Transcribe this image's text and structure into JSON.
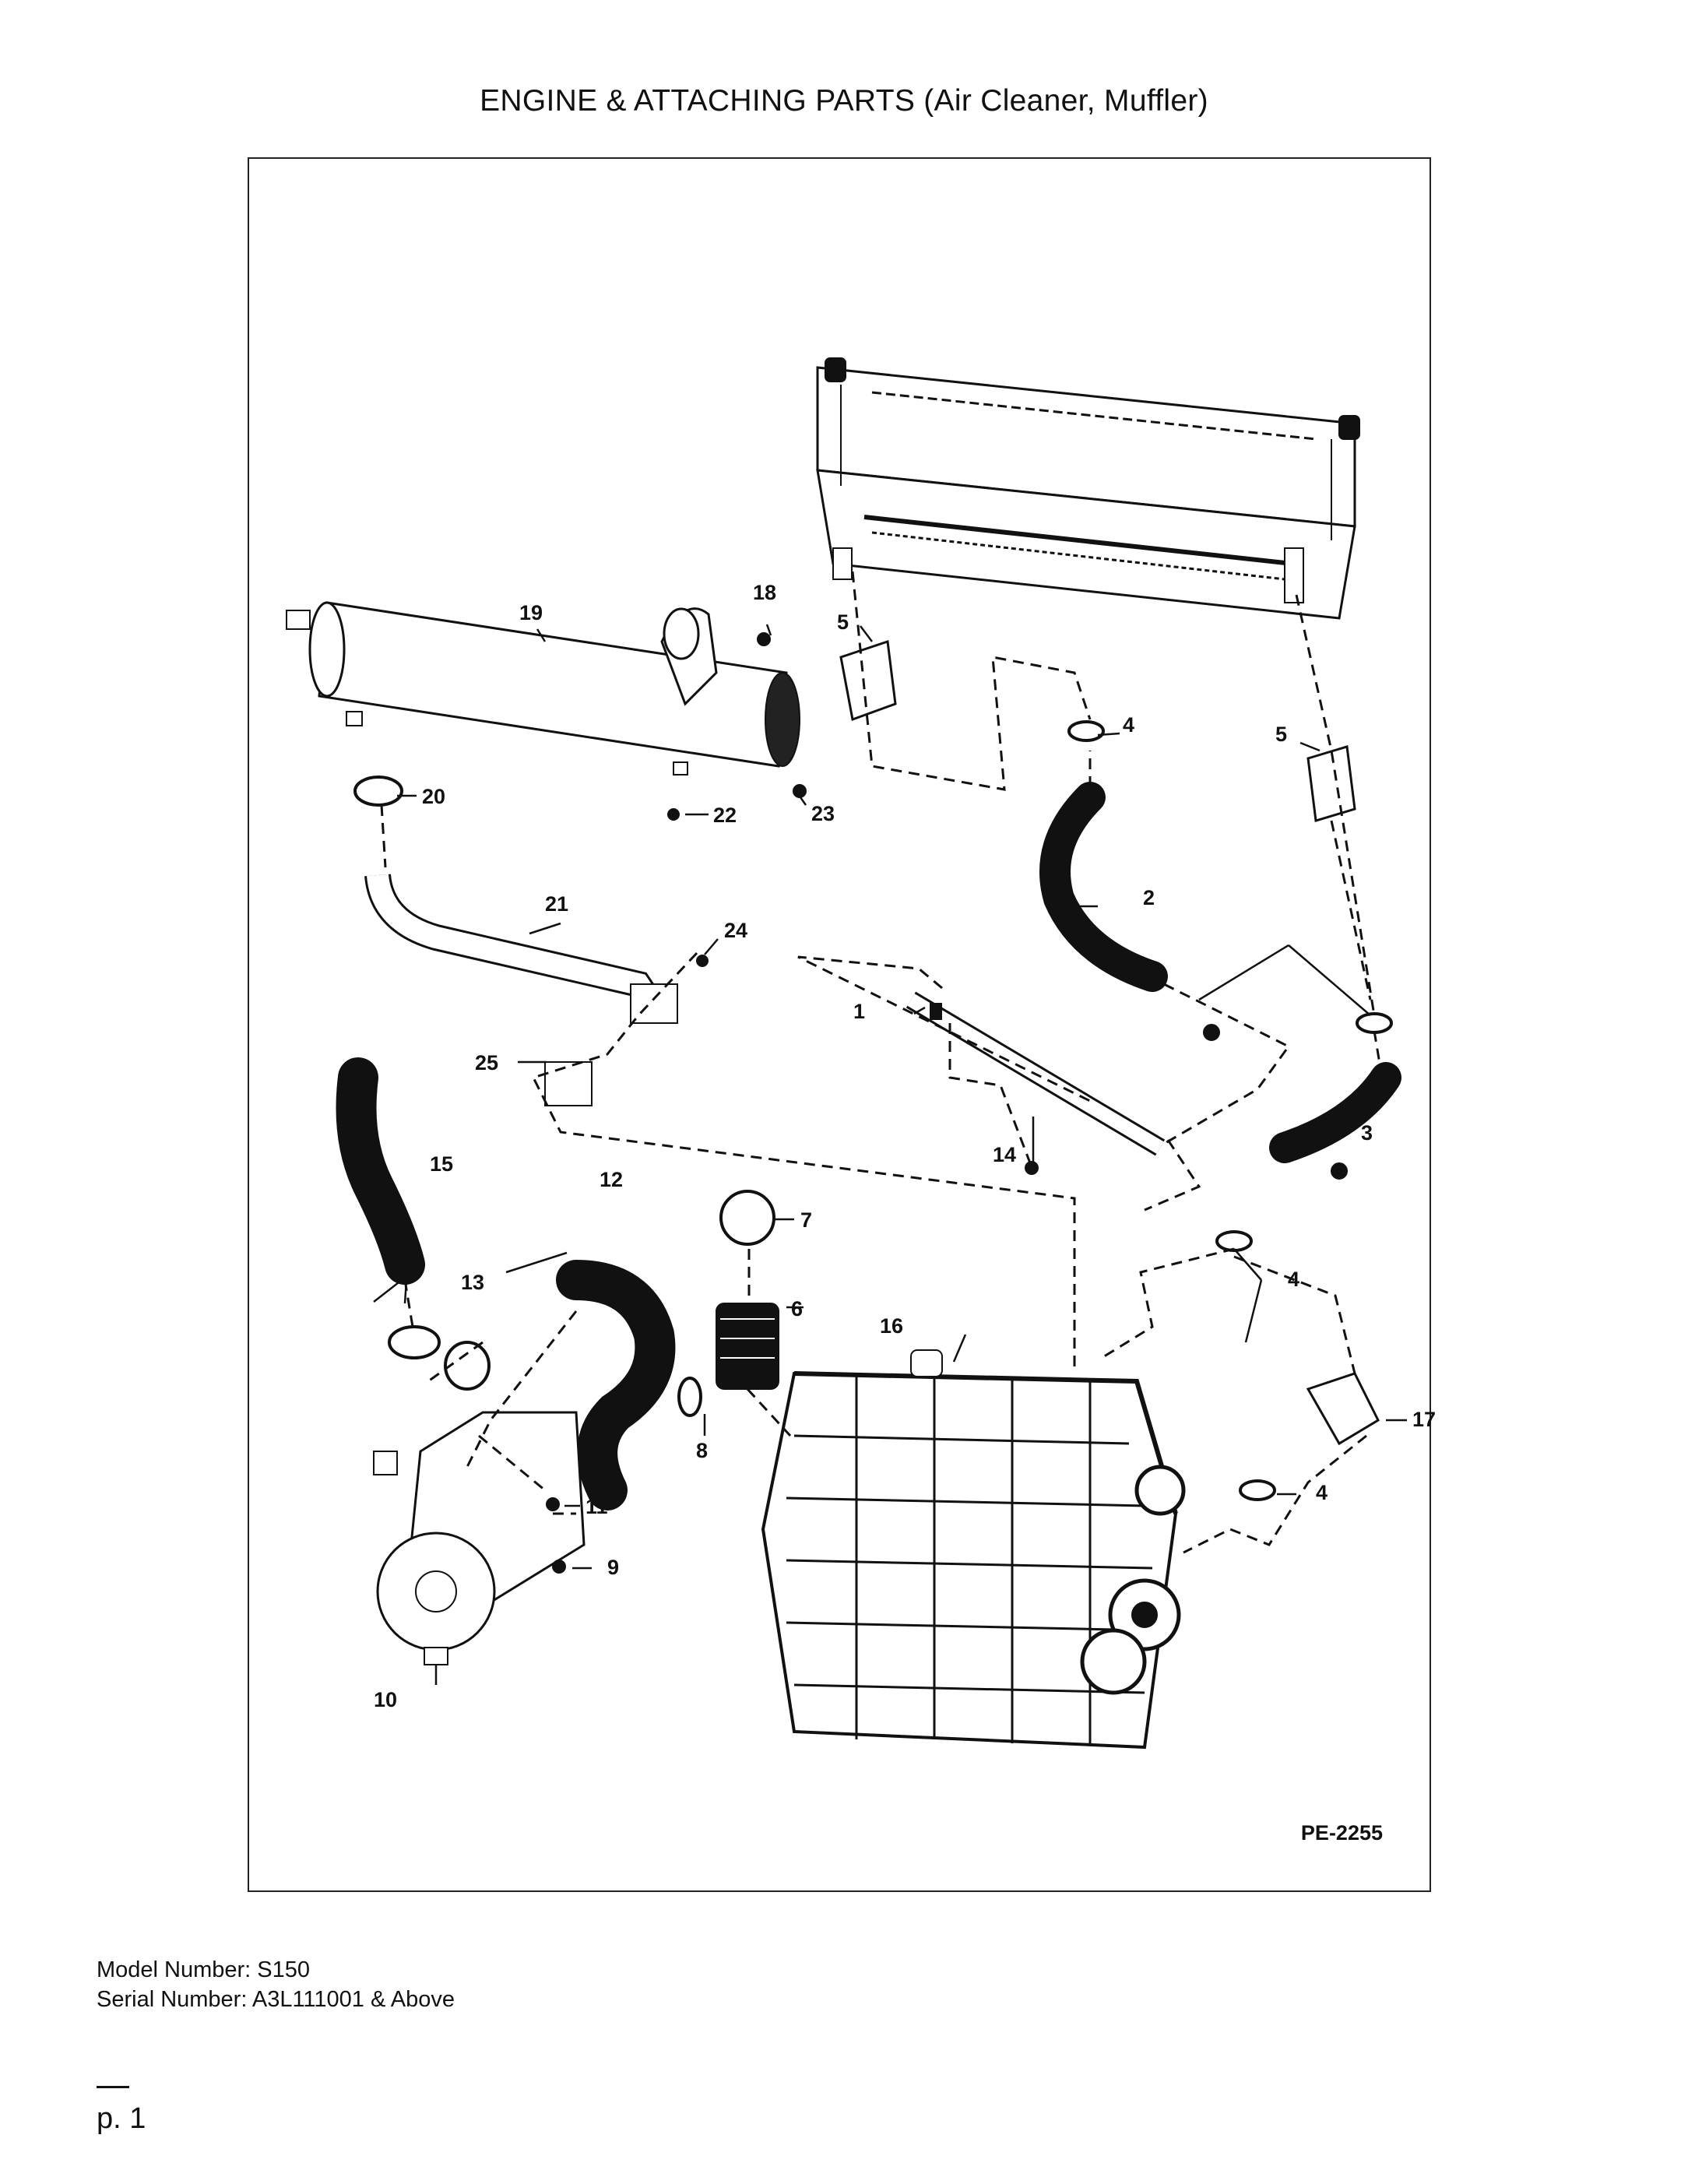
{
  "page": {
    "title": "ENGINE & ATTACHING PARTS (Air Cleaner, Muffler)",
    "model_number": "Model Number: S150",
    "serial_number": "Serial Number: A3L111001 & Above",
    "page_number": "p. 1"
  },
  "diagram": {
    "code": "PE-2255",
    "callouts": {
      "c1": "1",
      "c2": "2",
      "c3": "3",
      "c4a": "4",
      "c4b": "4",
      "c4c": "4",
      "c5a": "5",
      "c5b": "5",
      "c6": "6",
      "c7": "7",
      "c8": "8",
      "c9": "9",
      "c10": "10",
      "c11": "11",
      "c12": "12",
      "c13": "13",
      "c14": "14",
      "c15": "15",
      "c16": "16",
      "c17": "17",
      "c18": "18",
      "c19": "19",
      "c20": "20",
      "c21": "21",
      "c22": "22",
      "c23": "23",
      "c24": "24",
      "c25": "25"
    }
  }
}
